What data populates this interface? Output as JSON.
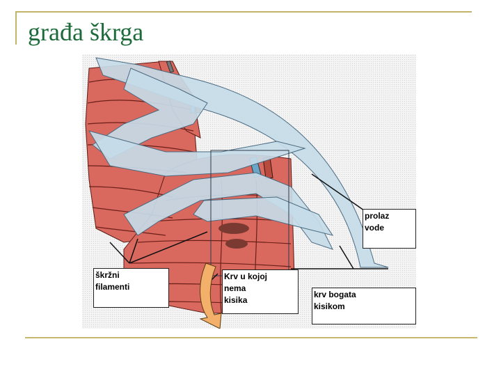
{
  "slide": {
    "title": "građa škrga",
    "colors": {
      "title": "#1d6b3b",
      "rules": "#c4b46a",
      "tissue": "#d9685e",
      "water_flow": "#c6dbe8",
      "deoxygenated_arrow": "#f2b06a"
    }
  },
  "figure": {
    "description": "gill structure illustration",
    "labels": [
      {
        "id": "prolaz-vode",
        "lines": [
          "prolaz",
          "vode"
        ]
      },
      {
        "id": "skrzni-filamenti",
        "lines": [
          "škržni",
          "filamenti"
        ]
      },
      {
        "id": "krv-bez-kisika",
        "lines": [
          "Krv u kojoj",
          "nema",
          "kisika"
        ]
      },
      {
        "id": "krv-bogata-kisikom",
        "lines": [
          "krv bogata",
          "kisikom"
        ]
      }
    ]
  }
}
